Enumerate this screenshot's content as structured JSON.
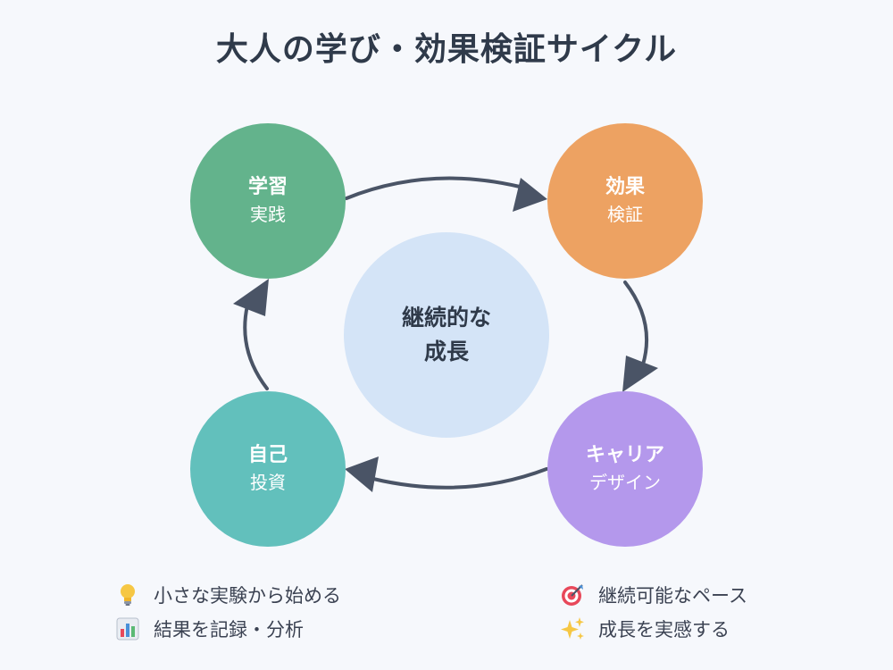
{
  "title": "大人の学び・効果検証サイクル",
  "colors": {
    "background": "#f6f8fc",
    "learning": "#63b38c",
    "effect": "#eda262",
    "career": "#b498ec",
    "self": "#62c0bc",
    "center": "#d4e4f7",
    "arrow": "#4a5466"
  },
  "nodes": [
    {
      "line1": "学習",
      "line2": "実践"
    },
    {
      "line1": "効果",
      "line2": "検証"
    },
    {
      "line1": "キャリア",
      "line2": "デザイン"
    },
    {
      "line1": "自己",
      "line2": "投資"
    }
  ],
  "center": {
    "line1": "継続的な",
    "line2": "成長"
  },
  "notes": [
    {
      "icon": "lightbulb-icon",
      "text": "小さな実験から始める"
    },
    {
      "icon": "target-icon",
      "text": "継続可能なペース"
    },
    {
      "icon": "bar-chart-icon",
      "text": "結果を記録・分析"
    },
    {
      "icon": "sparkles-icon",
      "text": "成長を実感する"
    }
  ]
}
